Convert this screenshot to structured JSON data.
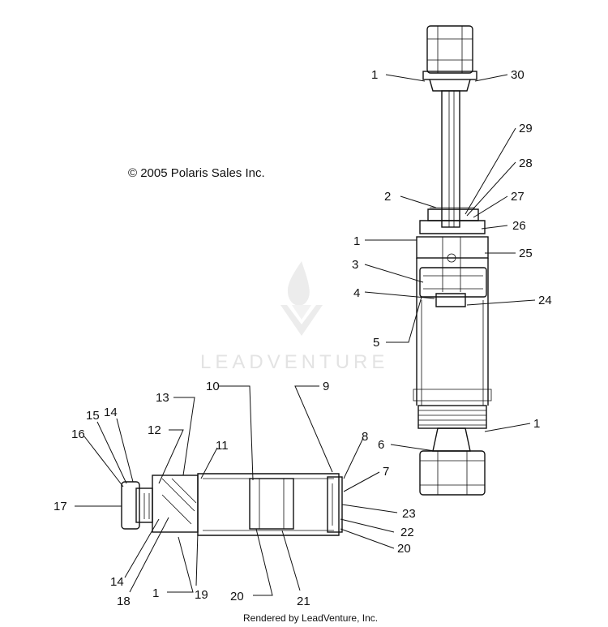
{
  "copyright": "© 2005 Polaris Sales Inc.",
  "watermark": "LEADVENTURE",
  "footer": "Rendered by LeadVenture, Inc.",
  "callouts": {
    "c1_top": "1",
    "c30": "30",
    "c29": "29",
    "c28": "28",
    "c2": "2",
    "c27": "27",
    "c26": "26",
    "c1_mid": "1",
    "c25": "25",
    "c3": "3",
    "c4": "4",
    "c24": "24",
    "c5": "5",
    "c1_right": "1",
    "c6": "6",
    "c10": "10",
    "c9": "9",
    "c13": "13",
    "c12": "12",
    "c15": "15",
    "c14_top": "14",
    "c16": "16",
    "c11": "11",
    "c8": "8",
    "c7": "7",
    "c17": "17",
    "c23": "23",
    "c22": "22",
    "c20_right": "20",
    "c14_bottom": "14",
    "c18": "18",
    "c1_bottom": "1",
    "c19": "19",
    "c20_bottom": "20",
    "c21": "21"
  },
  "colors": {
    "line": "#111111",
    "watermark": "#e3e3e3",
    "background": "#ffffff"
  }
}
